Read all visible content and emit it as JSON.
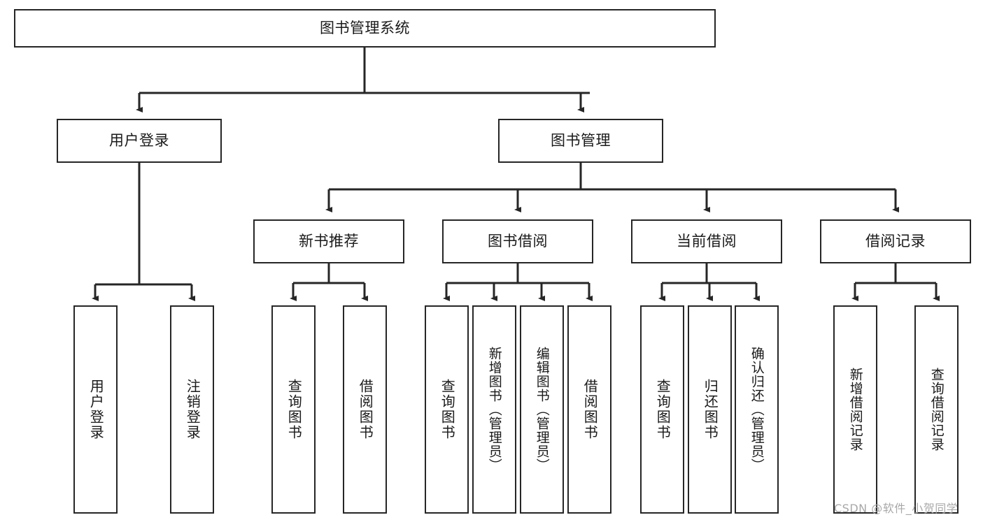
{
  "diagram": {
    "title": "图书管理系统",
    "type": "hierarchy-tree",
    "root": {
      "label": "图书管理系统"
    },
    "level2": [
      {
        "label": "用户登录"
      },
      {
        "label": "图书管理"
      }
    ],
    "level3": [
      {
        "label": "新书推荐"
      },
      {
        "label": "图书借阅"
      },
      {
        "label": "当前借阅"
      },
      {
        "label": "借阅记录"
      }
    ],
    "leaves": {
      "user_login": [
        {
          "label": "用户登录"
        },
        {
          "label": "注销登录"
        }
      ],
      "new_book_recommend": [
        {
          "label": "查询图书"
        },
        {
          "label": "借阅图书"
        }
      ],
      "book_borrow": [
        {
          "label": "查询图书"
        },
        {
          "label": "新增图书（管理员）"
        },
        {
          "label": "编辑图书（管理员）"
        },
        {
          "label": "借阅图书"
        }
      ],
      "current_borrow": [
        {
          "label": "查询图书"
        },
        {
          "label": "归还图书"
        },
        {
          "label": "确认归还（管理员）"
        }
      ],
      "borrow_record": [
        {
          "label": "新增借阅记录"
        },
        {
          "label": "查询借阅记录"
        }
      ]
    }
  },
  "watermark": {
    "text": "CSDN @软件_小贺同学"
  },
  "colors": {
    "stroke": "#262626",
    "text": "#1a1a1a",
    "background": "#ffffff",
    "watermark": "#a8a8a8"
  }
}
